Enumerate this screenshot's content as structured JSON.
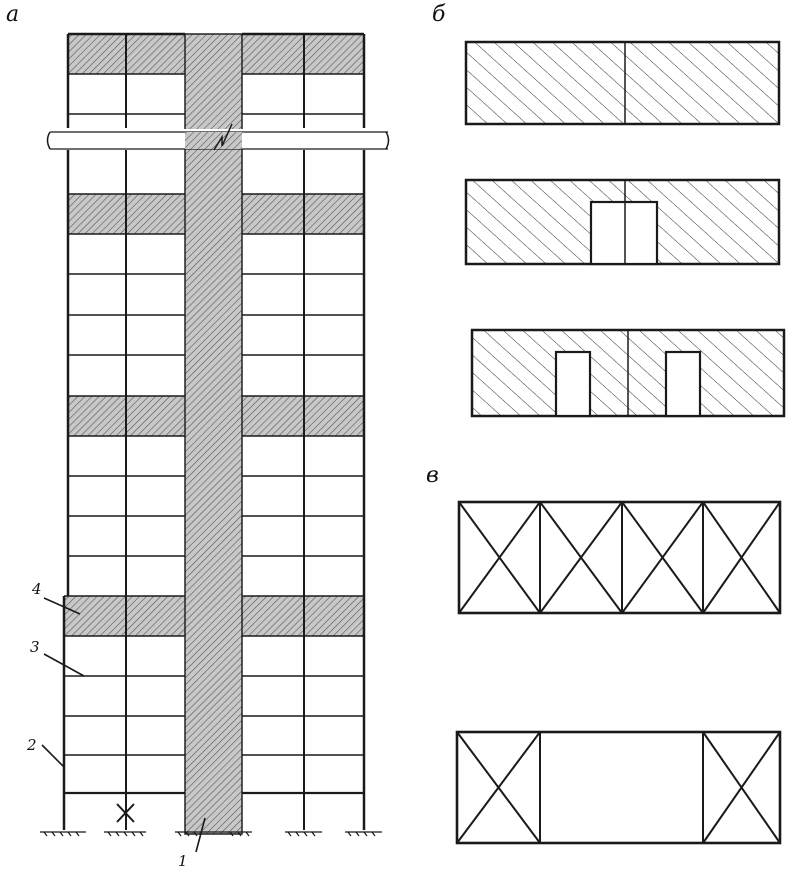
{
  "figure": {
    "panels": [
      {
        "id": "a",
        "letter": "а"
      },
      {
        "id": "b",
        "letter": "б"
      },
      {
        "id": "v",
        "letter": "в"
      }
    ],
    "callouts": [
      {
        "id": "1",
        "text": "1"
      },
      {
        "id": "2",
        "text": "2"
      },
      {
        "id": "3",
        "text": "3"
      },
      {
        "id": "4",
        "text": "4"
      }
    ]
  }
}
